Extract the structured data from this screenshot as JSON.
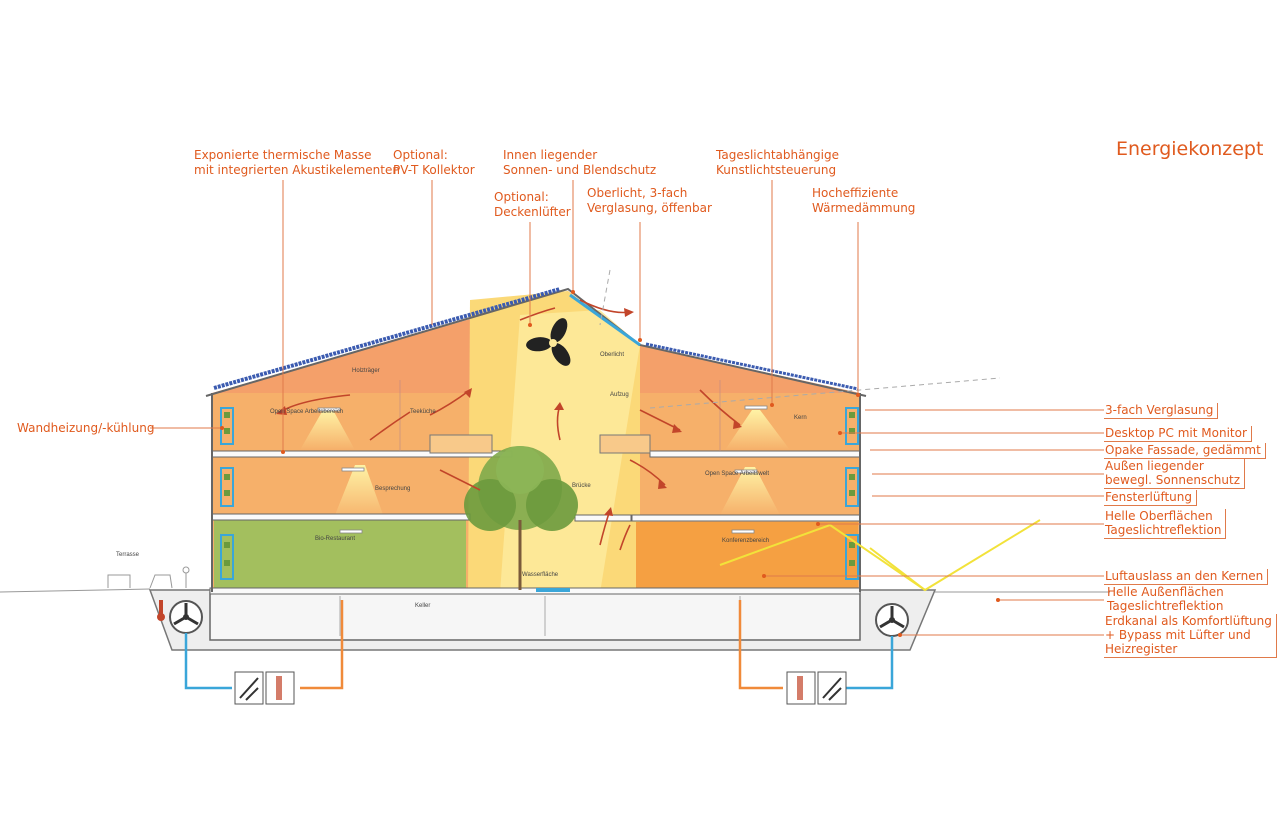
{
  "title": "Energiekonzept",
  "colors": {
    "accent": "#e05a1e",
    "warm": "#f4a06a",
    "light": "#f9e27a",
    "green": "#9bbf5a",
    "cool": "#3aa6d9"
  },
  "labels_top": {
    "mass": [
      "Exponierte thermische Masse",
      "mit integrierten Akustikelementen"
    ],
    "pvt": [
      "Optional:",
      "PV-T Kollektor"
    ],
    "blend": [
      "Innen liegender",
      "Sonnen- und Blendschutz"
    ],
    "fan": [
      "Optional:",
      "Deckenlüfter"
    ],
    "skylight": [
      "Oberlicht, 3-fach",
      "Verglasung, öffenbar"
    ],
    "daylight": [
      "Tageslichtabhängige",
      "Kunstlichtsteuerung"
    ],
    "insulation": [
      "Hocheffiziente",
      "Wärmedämmung"
    ]
  },
  "label_left": "Wandheizung/-kühlung",
  "labels_right": [
    [
      "3-fach Verglasung"
    ],
    [
      "Desktop PC mit Monitor"
    ],
    [
      "Opake Fassade, gedämmt"
    ],
    [
      "Außen liegender",
      "bewegl. Sonnenschutz"
    ],
    [
      "Fensterlüftung"
    ],
    [
      "Helle Oberflächen",
      "Tageslichtreflektion"
    ],
    [
      "Luftauslass an den Kernen"
    ],
    [
      "Helle Außenflächen",
      "Tageslichtreflektion"
    ],
    [
      "Erdkanal als Komfortlüftung",
      "+ Bypass mit Lüfter und",
      "Heizregister"
    ]
  ],
  "rooms": {
    "holztraeger": "Holzträger",
    "openspace": "Open Space Arbeitsbereich",
    "teekueche": "Teeküche",
    "oberlicht": "Oberlicht",
    "aufzug": "Aufzug",
    "kern": "Kern",
    "besprechung": "Besprechung",
    "bruecke": "Brücke",
    "openspace2": "Open Space Arbeitswelt",
    "terrasse": "Terrasse",
    "restaurant": "Bio-Restaurant",
    "wasser": "Wasserfläche",
    "konferenz": "Konferenzbereich",
    "keller": "Keller"
  }
}
